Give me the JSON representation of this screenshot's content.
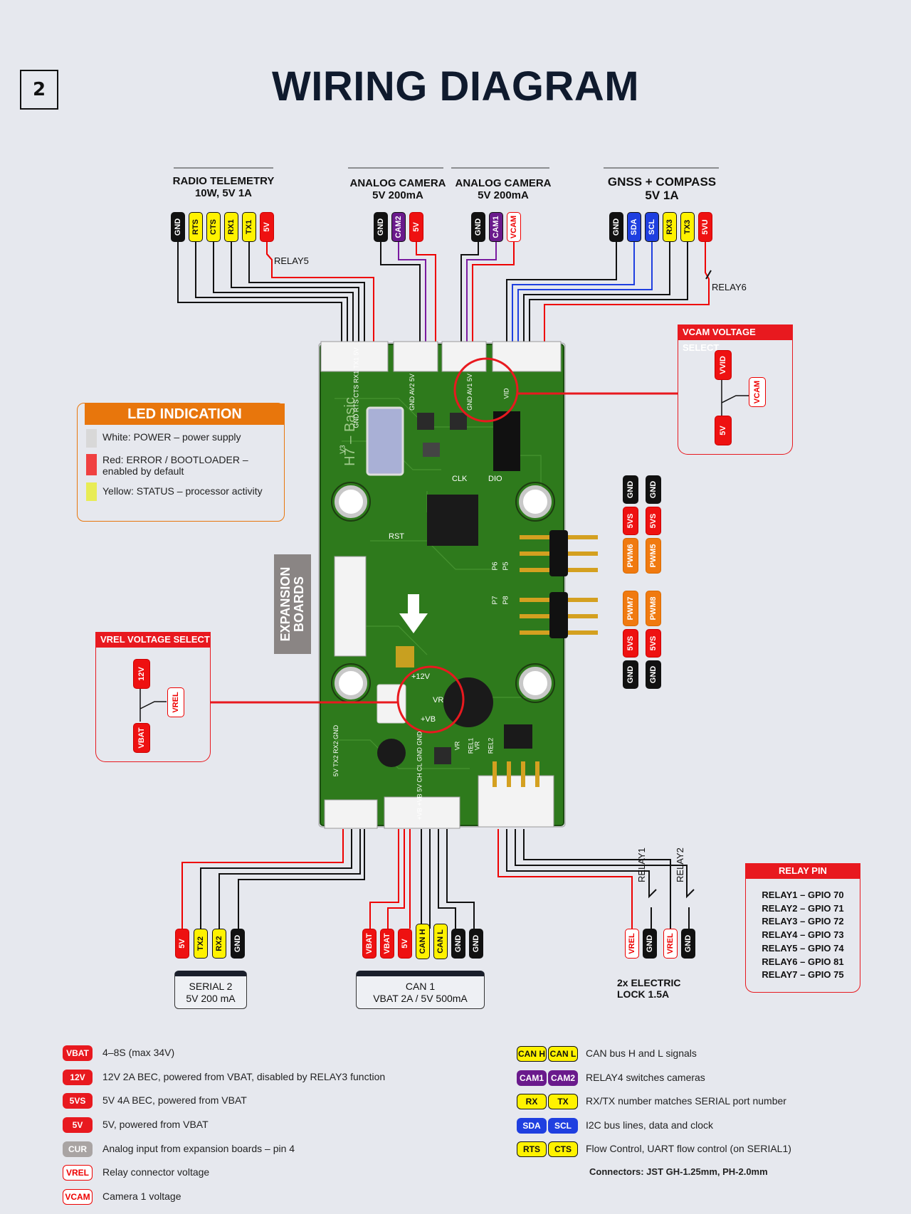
{
  "page_number": "2",
  "title": "WIRING DIAGRAM",
  "headers": {
    "radio": [
      "RADIO TELEMETRY",
      "10W, 5V 1A"
    ],
    "cam2": [
      "ANALOG CAMERA",
      "5V 200mA"
    ],
    "cam1": [
      "ANALOG CAMERA",
      "5V 200mA"
    ],
    "gnss": [
      "GNSS + COMPASS",
      "5V 1A"
    ]
  },
  "top_pins": {
    "radio": [
      "GND",
      "RTS",
      "CTS",
      "RX1",
      "TX1",
      "5V"
    ],
    "cam2": [
      "GND",
      "CAM2",
      "5V"
    ],
    "cam1": [
      "GND",
      "CAM1",
      "VCAM"
    ],
    "gnss": [
      "GND",
      "SDA",
      "SCL",
      "RX3",
      "TX3",
      "5VU"
    ]
  },
  "relay_labels": {
    "relay5": "RELAY5",
    "relay6": "RELAY6",
    "relay1": "RELAY1",
    "relay2": "RELAY2"
  },
  "vcam_select": {
    "title": "VCAM VOLTAGE SELECT",
    "pins": [
      "VVID",
      "VCAM",
      "5V"
    ]
  },
  "vrel_select": {
    "title": "VREL VOLTAGE SELECT",
    "pins": [
      "12V",
      "VREL",
      "VBAT"
    ]
  },
  "led": {
    "title": "LED INDICATION",
    "items": [
      {
        "color": "#d8d8d8",
        "text": "White: POWER – power supply"
      },
      {
        "color": "#f04040",
        "text": "Red: ERROR / BOOTLOADER – enabled by default"
      },
      {
        "color": "#e8ec55",
        "text": "Yellow: STATUS – processor activity"
      }
    ]
  },
  "expansion": [
    "EXPANSION",
    "BOARDS"
  ],
  "board_text": {
    "model": "H7 – Basic",
    "version": "V3",
    "top_silk1": "GND RTS CTS RX1 TX1 5V",
    "top_silk2": "GND AV2 5V",
    "top_silk3": "GND AV1 5V",
    "top_silk4": "VID",
    "clk": "CLK",
    "dio": "DIO",
    "rst": "RST",
    "p12v": "+12V",
    "vr": "VR",
    "pvb": "+VB",
    "pwm_silk": [
      "P6",
      "P5",
      "P7",
      "P8"
    ],
    "bottom_silk1": "5V TX2 RX2 GND",
    "bottom_silk2": "+VB +VB 5V CH CL GND GND",
    "relay_silk": [
      "VR",
      "REL1",
      "VR",
      "REL2"
    ]
  },
  "right_pins": {
    "col1": [
      "GND",
      "5VS",
      "PWM6",
      "PWM7",
      "5VS",
      "GND"
    ],
    "col2": [
      "GND",
      "5VS",
      "PWM5",
      "PWM8",
      "5VS",
      "GND"
    ]
  },
  "bottom_pins": {
    "serial2": [
      "5V",
      "TX2",
      "RX2",
      "GND"
    ],
    "can1": [
      "VBAT",
      "VBAT",
      "5V",
      "CAN H",
      "CAN L",
      "GND",
      "GND"
    ],
    "relay": [
      "VREL",
      "GND",
      "VREL",
      "GND"
    ]
  },
  "captions": {
    "serial2": [
      "SERIAL 2",
      "5V 200 mA"
    ],
    "can1": [
      "CAN 1",
      "VBAT 2A /  5V 500mA"
    ],
    "lock": [
      "2x ELECTRIC",
      "LOCK 1.5A"
    ]
  },
  "relay_pin": {
    "title": "RELAY PIN",
    "rows": [
      "RELAY1 – GPIO 70",
      "RELAY2 – GPIO 71",
      "RELAY3 – GPIO 72",
      "RELAY4 – GPIO 73",
      "RELAY5 – GPIO 74",
      "RELAY6 – GPIO 81",
      "RELAY7 – GPIO 75"
    ]
  },
  "legend_left": [
    {
      "tag": "VBAT",
      "style": "red",
      "text": "4–8S (max 34V)"
    },
    {
      "tag": "12V",
      "style": "red",
      "text": "12V 2A BEC, powered from VBAT, disabled by RELAY3 function"
    },
    {
      "tag": "5VS",
      "style": "red",
      "text": "5V 4A BEC, powered from VBAT"
    },
    {
      "tag": "5V",
      "style": "red",
      "text": "5V, powered from VBAT"
    },
    {
      "tag": "CUR",
      "style": "gray",
      "text": "Analog input from expansion boards – pin 4"
    },
    {
      "tag": "VREL",
      "style": "outline",
      "text": "Relay connector voltage"
    },
    {
      "tag": "VCAM",
      "style": "outline",
      "text": "Camera 1 voltage"
    }
  ],
  "legend_right": [
    {
      "tags": [
        "CAN H",
        "CAN L"
      ],
      "style": "yellow",
      "text": "CAN bus H and L signals"
    },
    {
      "tags": [
        "CAM1",
        "CAM2"
      ],
      "style": "purple",
      "text": "RELAY4 switches cameras"
    },
    {
      "tags": [
        "RX",
        "TX"
      ],
      "style": "yellow",
      "text": "RX/TX number matches SERIAL port number"
    },
    {
      "tags": [
        "SDA",
        "SCL"
      ],
      "style": "blue",
      "text": "I2C bus lines, data and clock"
    },
    {
      "tags": [
        "RTS",
        "CTS"
      ],
      "style": "yellow",
      "text": "Flow Control, UART flow control (on SERIAL1)"
    }
  ],
  "connectors_note": "Connectors: JST GH-1.25mm, PH-2.0mm",
  "colors": {
    "red": "#e8191f",
    "board": "#2e7a1c",
    "orange": "#e8760c"
  }
}
